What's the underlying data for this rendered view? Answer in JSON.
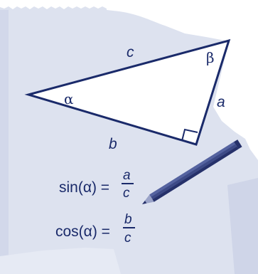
{
  "triangle": {
    "side_c": "c",
    "side_a": "a",
    "side_b": "b",
    "angle_alpha": "α",
    "angle_beta": "β"
  },
  "formulas": {
    "sine": {
      "prefix": "sin(α) =",
      "numerator": "a",
      "denominator": "c"
    },
    "cosine": {
      "prefix": "cos(α) =",
      "numerator": "b",
      "denominator": "c"
    }
  },
  "colors": {
    "paper": "#dde2ef",
    "paper_shadow": "#c8cfe2",
    "ink": "#1a2a6a",
    "triangle_fill": "#ffffff",
    "pencil_body": "#3d4a86",
    "pencil_dark": "#26316a"
  },
  "icons": [
    "pencil-icon",
    "right-angle-marker-icon"
  ]
}
